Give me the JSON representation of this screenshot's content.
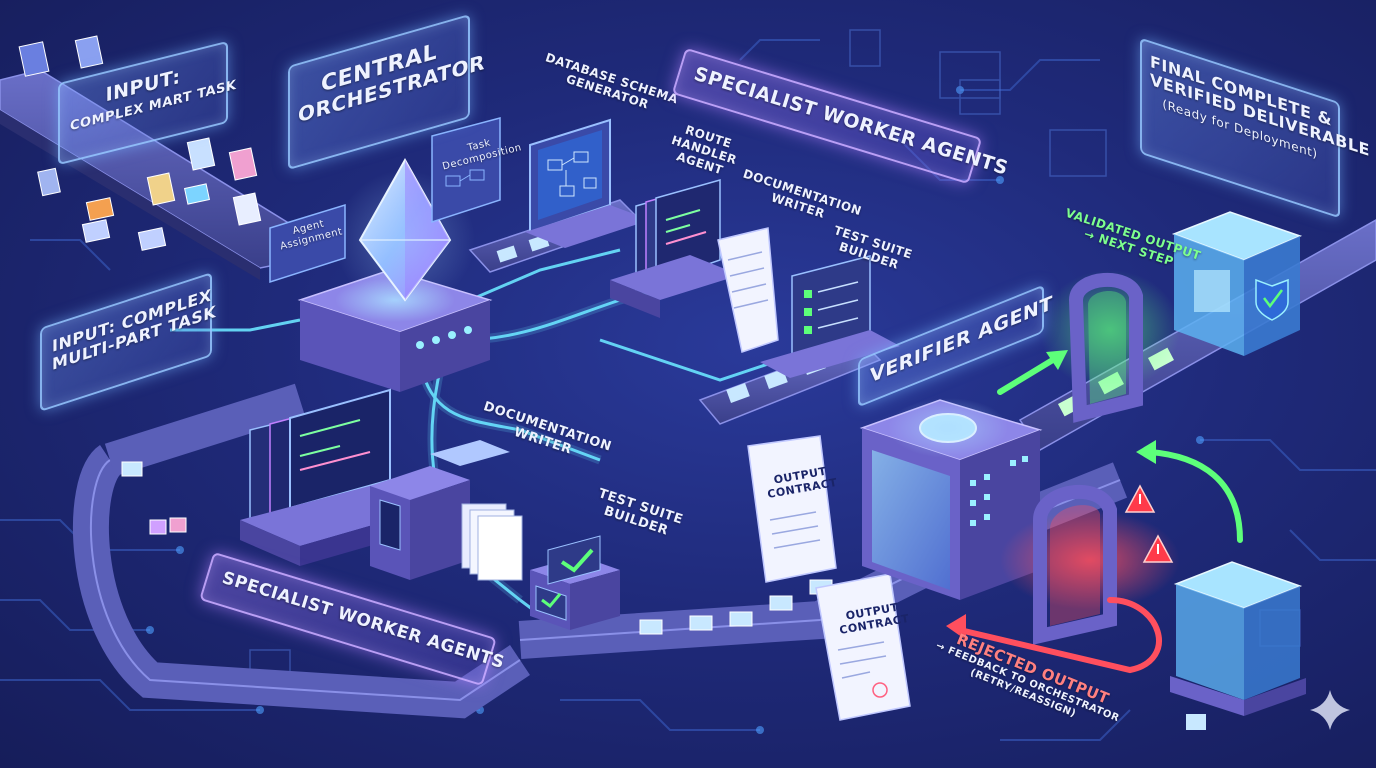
{
  "labels": {
    "input_top_line1": "INPUT:",
    "input_top_line2": "COMPLEX MART TASK",
    "input_left_line1": "INPUT: COMPLEX",
    "input_left_line2": "MULTI-PART TASK",
    "central_line1": "CENTRAL",
    "central_line2": "ORCHESTRATOR",
    "task_decomp_line1": "Task",
    "task_decomp_line2": "Decomposition",
    "agent_assign_line1": "Agent",
    "agent_assign_line2": "Assignment",
    "db_schema_line1": "DATABASE SCHEMA",
    "db_schema_line2": "GENERATOR",
    "route_line1": "ROUTE",
    "route_line2": "HANDLER",
    "route_line3": "AGENT",
    "docwriter_top_line1": "DOCUMENTATION",
    "docwriter_top_line2": "WRITER",
    "testsuite_top_line1": "TEST SUITE",
    "testsuite_top_line2": "BUILDER",
    "specialist_top": "SPECIALIST WORKER AGENTS",
    "specialist_bottom": "SPECIALIST WORKER AGENTS",
    "docwriter_mid_line1": "DOCUMENTATION",
    "docwriter_mid_line2": "WRITER",
    "testsuite_mid_line1": "TEST SUITE",
    "testsuite_mid_line2": "BUILDER",
    "verifier": "VERIFIER AGENT",
    "final_line1": "FINAL COMPLETE &",
    "final_line2": "VERIFIED DELIVERABLE",
    "final_line3": "(Ready for Deployment)",
    "validated_line1": "VALIDATED OUTPUT",
    "validated_line2": "→ NEXT STEP",
    "output_contract_1_line1": "OUTPUT",
    "output_contract_1_line2": "CONTRACT",
    "output_contract_2_line1": "OUTPUT",
    "output_contract_2_line2": "CONTRACT",
    "rejected_line1": "REJECTED OUTPUT",
    "rejected_line2": "→ FEEDBACK TO ORCHESTRATOR",
    "rejected_line3": "(RETRY/REASSIGN)"
  },
  "colors": {
    "background": "#1f2a7a",
    "panel_glow": "#96c8ff",
    "accent_purple": "#b48cff",
    "accepted_green": "#5dff7a",
    "rejected_red": "#ff4f5e",
    "conveyor": "#4a4f9a",
    "circuit_line": "#4fb8ff"
  },
  "icons": [
    "crystal-orchestrator-icon",
    "checkmark-icon",
    "warning-triangle-icon",
    "shield-icon",
    "sparkle-icon",
    "scroll-icon"
  ]
}
